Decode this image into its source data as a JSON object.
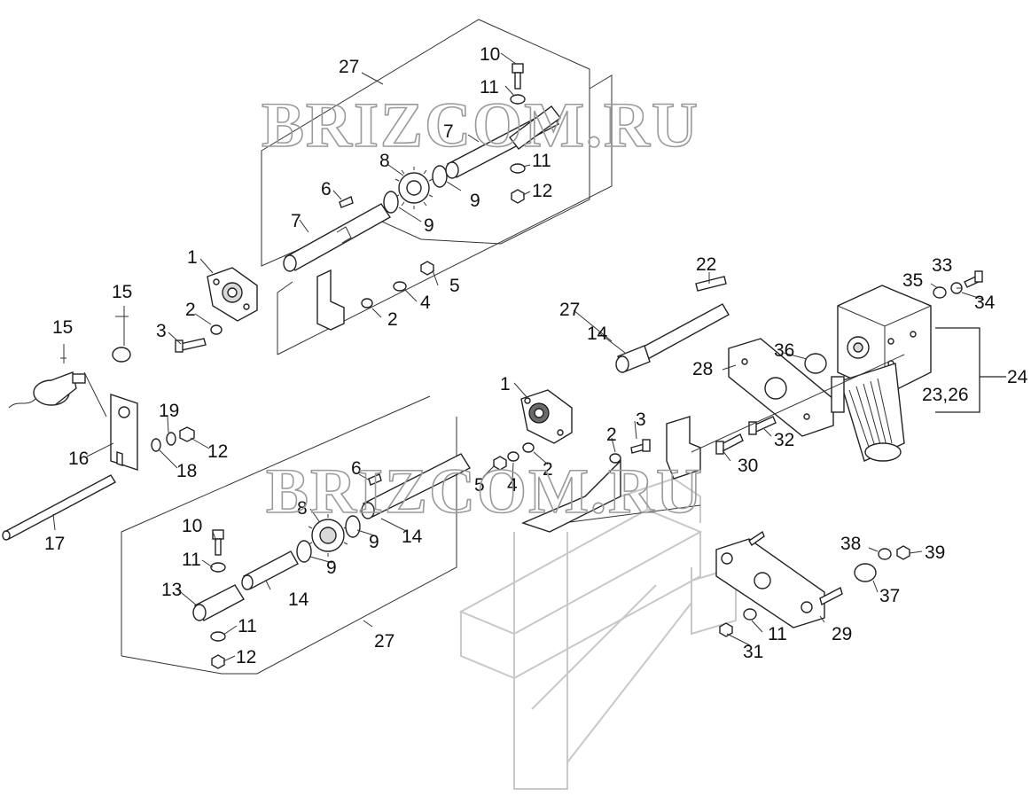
{
  "watermarks": [
    "BRIZCOM.RU",
    "BRIZCOM.RU"
  ],
  "callouts": {
    "c27a": "27",
    "c10a": "10",
    "c11a": "11",
    "c7a": "7",
    "c8a": "8",
    "c11b": "11",
    "c9a": "9",
    "c12a": "12",
    "c6a": "6",
    "c7b": "7",
    "c9b": "9",
    "c1a": "1",
    "c5a": "5",
    "c4a": "4",
    "c2a": "2",
    "c2b": "2",
    "c3a": "3",
    "c15a": "15",
    "c15b": "15",
    "c19": "19",
    "c12b": "12",
    "c16": "16",
    "c18": "18",
    "c17": "17",
    "c22": "22",
    "c33": "33",
    "c35": "35",
    "c34": "34",
    "c27b": "27",
    "c14a": "14",
    "c36": "36",
    "c28": "28",
    "c24": "24",
    "c2326": "23,26",
    "c32": "32",
    "c1b": "1",
    "c3b": "3",
    "c2c": "2",
    "c2d": "2",
    "c30": "30",
    "c6b": "6",
    "c5b": "5",
    "c4b": "4",
    "c8b": "8",
    "c9c": "9",
    "c9d": "9",
    "c14b": "14",
    "c10b": "10",
    "c11c": "11",
    "c13": "13",
    "c14c": "14",
    "c11d": "11",
    "c12c": "12",
    "c27c": "27",
    "c38": "38",
    "c39": "39",
    "c37": "37",
    "c29": "29",
    "c11e": "11",
    "c31": "31"
  }
}
